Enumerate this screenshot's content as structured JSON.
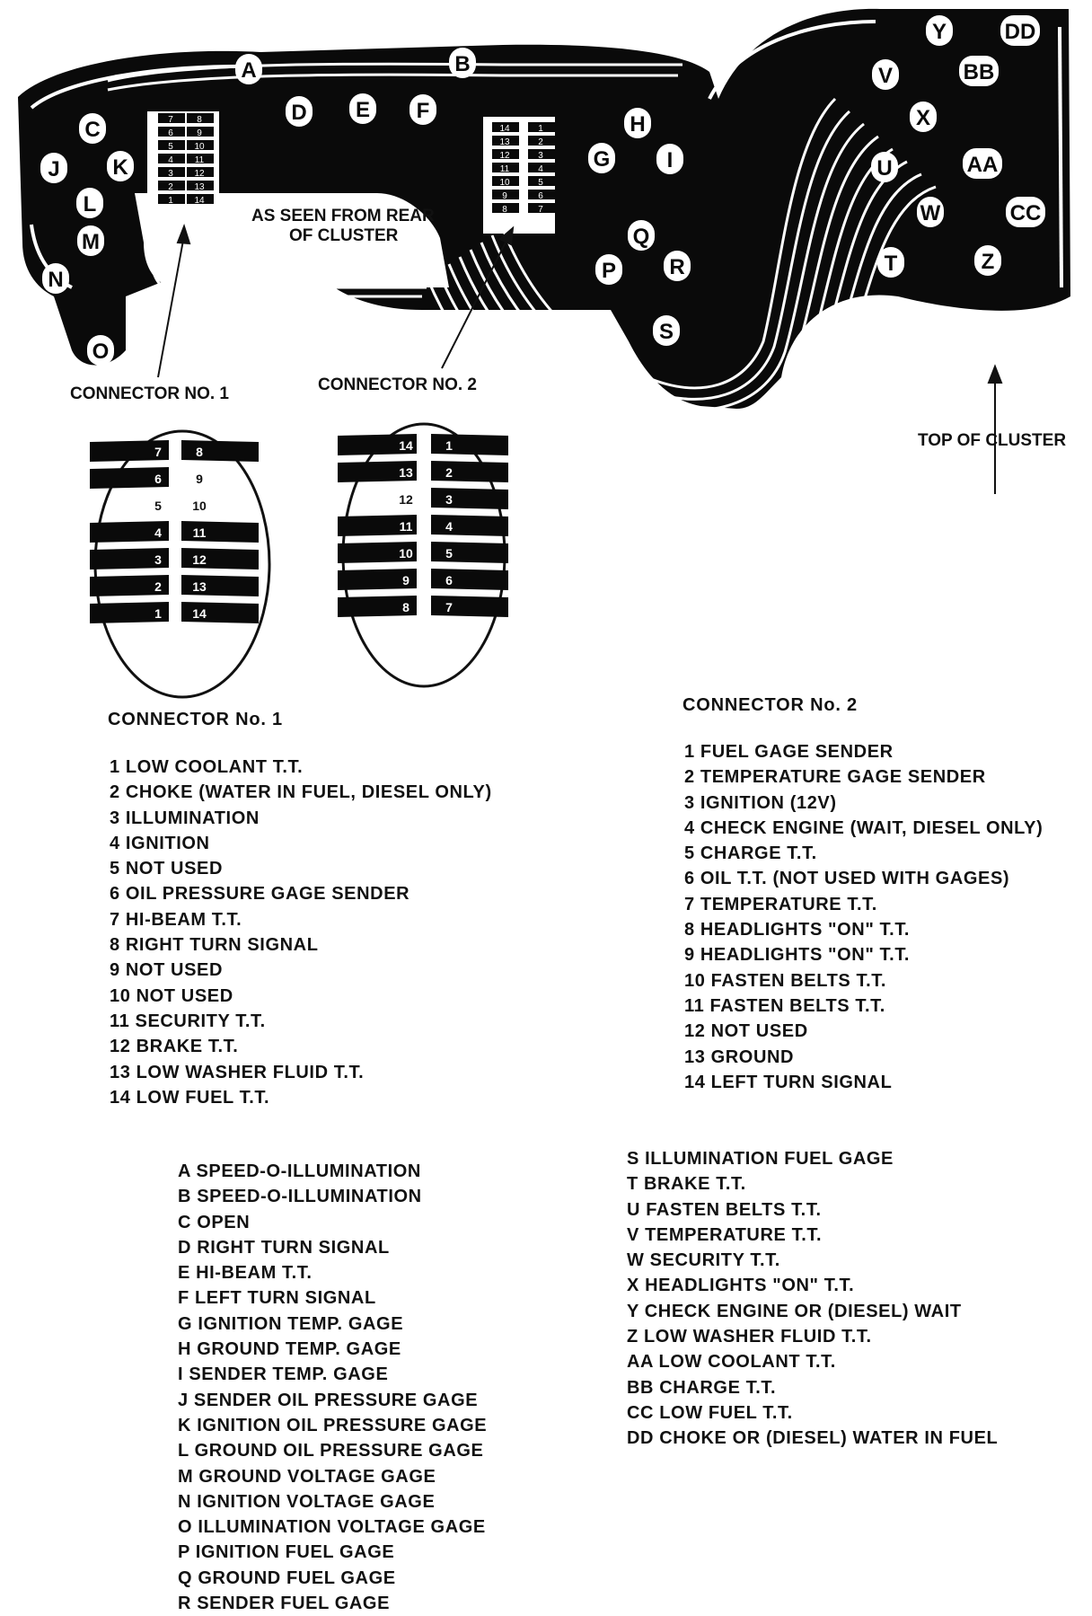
{
  "diagram": {
    "rear_caption_line1": "AS SEEN FROM REAR",
    "rear_caption_line2": "OF CLUSTER",
    "connector1_label": "CONNECTOR NO. 1",
    "connector2_label": "CONNECTOR NO. 2",
    "top_label": "TOP OF CLUSTER",
    "terminals": [
      "A",
      "B",
      "C",
      "D",
      "E",
      "F",
      "G",
      "H",
      "I",
      "J",
      "K",
      "L",
      "M",
      "N",
      "O",
      "P",
      "Q",
      "R",
      "S",
      "T",
      "U",
      "V",
      "W",
      "X",
      "Y",
      "Z",
      "AA",
      "BB",
      "CC",
      "DD"
    ],
    "connector1_pins": {
      "left": [
        "7",
        "6",
        "5",
        "4",
        "3",
        "2",
        "1"
      ],
      "right": [
        "8",
        "9",
        "10",
        "11",
        "12",
        "13",
        "14"
      ]
    },
    "connector2_pins": {
      "left": [
        "14",
        "13",
        "12",
        "11",
        "10",
        "9",
        "8"
      ],
      "right": [
        "1",
        "2",
        "3",
        "4",
        "5",
        "6",
        "7"
      ]
    }
  },
  "connector1": {
    "title": "CONNECTOR No. 1",
    "items": [
      "1 LOW COOLANT  T.T.",
      "2 CHOKE (WATER IN FUEL, DIESEL ONLY)",
      "3 ILLUMINATION",
      "4 IGNITION",
      "5 NOT USED",
      "6 OIL PRESSURE GAGE SENDER",
      "7 HI-BEAM  T.T.",
      "8 RIGHT TURN SIGNAL",
      "9 NOT USED",
      "10 NOT USED",
      "11 SECURITY  T.T.",
      "12 BRAKE  T.T.",
      "13 LOW WASHER FLUID  T.T.",
      "14 LOW FUEL  T.T."
    ]
  },
  "connector2": {
    "title": "CONNECTOR No. 2",
    "items": [
      "1 FUEL GAGE SENDER",
      "2 TEMPERATURE GAGE SENDER",
      "3 IGNITION (12V)",
      "4 CHECK ENGINE (WAIT, DIESEL ONLY)",
      "5 CHARGE  T.T.",
      "6 OIL T.T. (NOT USED WITH GAGES)",
      "7 TEMPERATURE  T.T.",
      "8 HEADLIGHTS \"ON\"  T.T.",
      "9 HEADLIGHTS \"ON\"  T.T.",
      "10 FASTEN BELTS  T.T.",
      "11 FASTEN BELTS  T.T.",
      "12 NOT USED",
      "13 GROUND",
      "14 LEFT TURN SIGNAL"
    ]
  },
  "legend_left": [
    "A SPEED-O-ILLUMINATION",
    "B SPEED-O-ILLUMINATION",
    "C OPEN",
    "D RIGHT TURN SIGNAL",
    "E HI-BEAM  T.T.",
    "F LEFT TURN SIGNAL",
    "G IGNITION TEMP. GAGE",
    "H GROUND TEMP. GAGE",
    "I SENDER TEMP. GAGE",
    "J SENDER OIL PRESSURE GAGE",
    "K IGNITION OIL PRESSURE GAGE",
    "L GROUND OIL PRESSURE GAGE",
    "M GROUND VOLTAGE GAGE",
    "N IGNITION VOLTAGE GAGE",
    "O ILLUMINATION VOLTAGE GAGE",
    "P IGNITION FUEL GAGE",
    "Q GROUND FUEL GAGE",
    "R SENDER FUEL GAGE"
  ],
  "legend_right": [
    "S ILLUMINATION FUEL GAGE",
    "T BRAKE  T.T.",
    "U FASTEN BELTS  T.T.",
    "V TEMPERATURE  T.T.",
    "W SECURITY  T.T.",
    "X HEADLIGHTS \"ON\"  T.T.",
    "Y CHECK ENGINE OR (DIESEL) WAIT",
    "Z LOW WASHER FLUID  T.T.",
    "AA LOW COOLANT  T.T.",
    "BB CHARGE  T.T.",
    "CC LOW FUEL  T.T.",
    "DD CHOKE OR (DIESEL) WATER IN FUEL"
  ]
}
